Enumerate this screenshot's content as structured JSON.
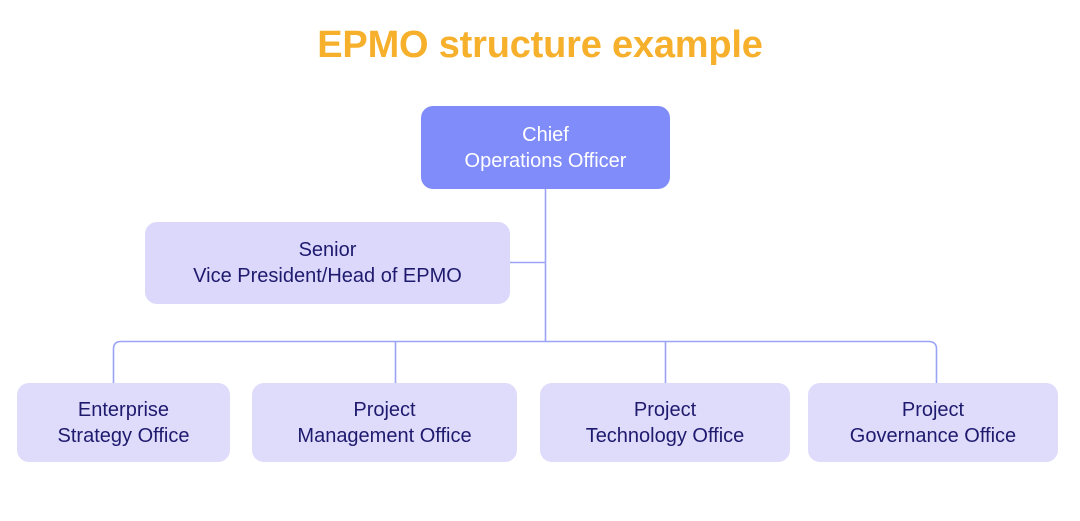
{
  "title": "EPMO structure example",
  "colors": {
    "title": "#f6b02c",
    "root_fill": "#808cfa",
    "root_text": "#ffffff",
    "box_fill": "#dcd8fb",
    "box_text": "#1e1a6e",
    "connector": "#9aa3f5",
    "background": "#ffffff"
  },
  "nodes": {
    "coo": {
      "label": "Chief\nOperations Officer",
      "line1": "Chief",
      "line2": "Operations Officer",
      "level": 1
    },
    "svp": {
      "label": "Senior\nVice President/Head of EPMO",
      "line1": "Senior",
      "line2": "Vice President/Head of EPMO",
      "level": 2
    },
    "leaves": [
      {
        "label": "Enterprise\nStrategy Office",
        "line1": "Enterprise",
        "line2": "Strategy Office"
      },
      {
        "label": "Project\nManagement Office",
        "line1": "Project",
        "line2": "Management Office"
      },
      {
        "label": "Project\nTechnology Office",
        "line1": "Project",
        "line2": "Technology Office"
      },
      {
        "label": "Project\nGovernance Office",
        "line1": "Project",
        "line2": "Governance Office"
      }
    ]
  },
  "chart_data": {
    "type": "diagram",
    "diagram_type": "organizational-chart",
    "title": "EPMO structure example",
    "levels": 3,
    "nodes": [
      {
        "id": "coo",
        "label": "Chief Operations Officer",
        "level": 1,
        "parent": null
      },
      {
        "id": "svp",
        "label": "Senior Vice President/Head of EPMO",
        "level": 2,
        "parent": "coo"
      },
      {
        "id": "eso",
        "label": "Enterprise Strategy Office",
        "level": 3,
        "parent": "coo"
      },
      {
        "id": "pmo",
        "label": "Project Management Office",
        "level": 3,
        "parent": "coo"
      },
      {
        "id": "pto",
        "label": "Project Technology Office",
        "level": 3,
        "parent": "coo"
      },
      {
        "id": "pgo",
        "label": "Project Governance Office",
        "level": 3,
        "parent": "coo"
      }
    ],
    "edges": [
      {
        "from": "coo",
        "to": "svp"
      },
      {
        "from": "coo",
        "to": "eso"
      },
      {
        "from": "coo",
        "to": "pmo"
      },
      {
        "from": "coo",
        "to": "pto"
      },
      {
        "from": "coo",
        "to": "pgo"
      }
    ]
  }
}
